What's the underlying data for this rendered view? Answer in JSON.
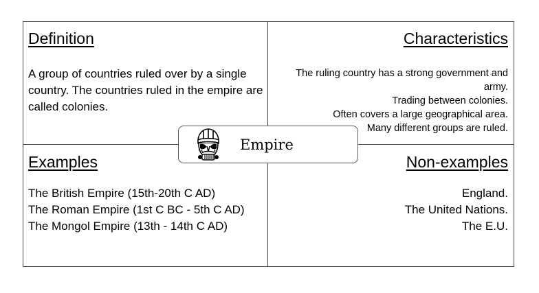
{
  "center": {
    "title": "Empire",
    "icon": "stormtrooper-helmet-icon"
  },
  "definition": {
    "heading": "Definition",
    "text": "A group of countries ruled over by a single country. The countries ruled in the empire are called colonies."
  },
  "characteristics": {
    "heading": "Characteristics",
    "lines": [
      "The ruling country has a strong government and army.",
      "Trading between colonies.",
      "Often covers a large geographical area.",
      "Many different groups are ruled."
    ]
  },
  "examples": {
    "heading": "Examples",
    "lines": [
      "The British Empire (15th-20th C AD)",
      "The Roman Empire (1st C BC - 5th  C AD)",
      "The Mongol Empire (13th - 14th C AD)"
    ]
  },
  "non_examples": {
    "heading": "Non-examples",
    "lines": [
      "England.",
      "The United Nations.",
      "The E.U."
    ]
  }
}
